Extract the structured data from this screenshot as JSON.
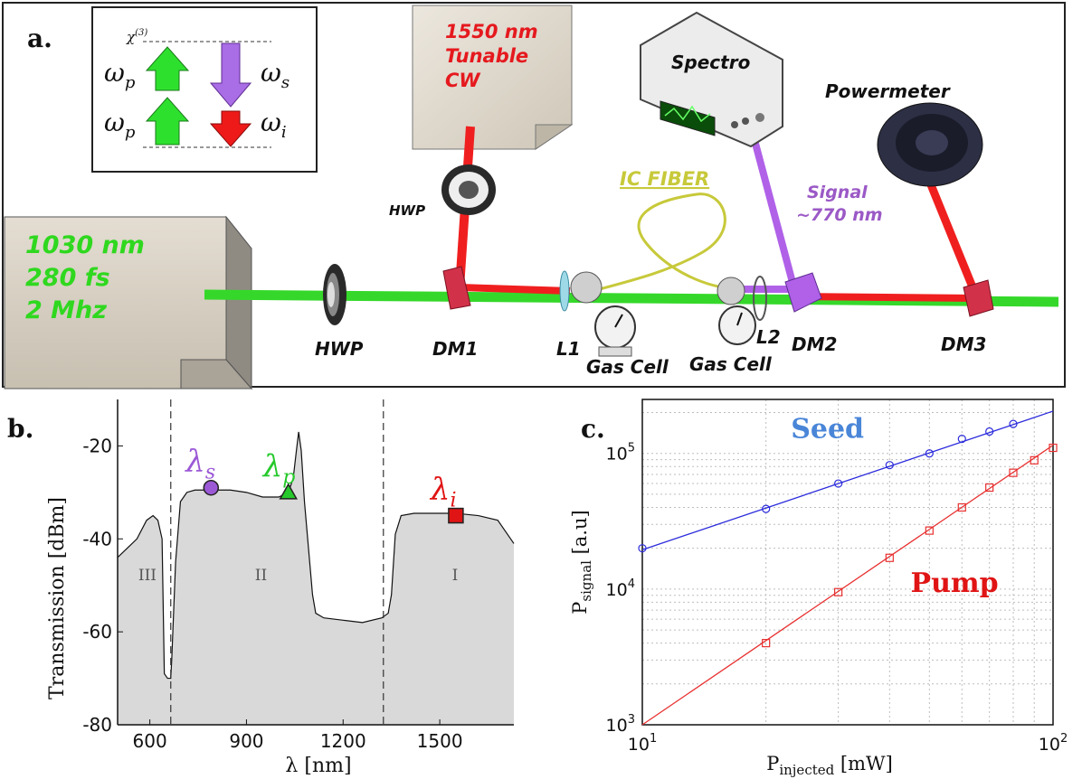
{
  "panel_a": {
    "label": "a.",
    "energy_diagram": {
      "chi": "χ",
      "chi_sup": "(3)",
      "omega_p_1": "ωp",
      "omega_p_2": "ωp",
      "omega_s": "ωs",
      "omega_i": "ωi"
    },
    "pump_laser": {
      "line1": "1030 nm",
      "line2": "280 fs",
      "line3": "2 Mhz"
    },
    "cw_laser": {
      "line1": "1550 nm",
      "line2": "Tunable",
      "line3": "CW"
    },
    "components": {
      "hwp_main": "HWP",
      "hwp_cw": "HWP",
      "dm1": "DM1",
      "l1": "L1",
      "gas_cell_1": "Gas Cell",
      "ic_fiber": "IC FIBER",
      "gas_cell_2": "Gas Cell",
      "l2": "L2",
      "dm2": "DM2",
      "dm3": "DM3",
      "spectro": "Spectro",
      "powermeter": "Powermeter",
      "signal_line1": "Signal",
      "signal_line2": "~770 nm"
    },
    "colors": {
      "pump": "#3ddc2f",
      "cw": "#ff1e1e",
      "signal": "#b061e8",
      "fiber": "#c7c93a"
    }
  },
  "panel_b": {
    "label": "b.",
    "chart_data": {
      "type": "area",
      "xlabel": "λ [nm]",
      "ylabel": "Transmission [dBm]",
      "xlim": [
        500,
        1730
      ],
      "ylim": [
        -80,
        -10
      ],
      "xticks": [
        "600",
        "900",
        "1200",
        "1500"
      ],
      "yticks": [
        "-20",
        "-40",
        "-60",
        "-80"
      ],
      "x": [
        500,
        530,
        560,
        590,
        610,
        625,
        638,
        645,
        655,
        665,
        668,
        680,
        695,
        715,
        740,
        770,
        800,
        850,
        900,
        950,
        1000,
        1030,
        1045,
        1055,
        1062,
        1070,
        1080,
        1090,
        1105,
        1115,
        1140,
        1200,
        1260,
        1320,
        1340,
        1350,
        1362,
        1380,
        1420,
        1480,
        1550,
        1620,
        1680,
        1730
      ],
      "y": [
        -44,
        -42,
        -40,
        -36,
        -35,
        -36,
        -40,
        -69,
        -70,
        -70,
        -66,
        -45,
        -32,
        -30,
        -29.5,
        -29.5,
        -29.5,
        -29.5,
        -30,
        -31,
        -31,
        -30,
        -27,
        -21,
        -17,
        -21,
        -32,
        -40,
        -52,
        -56,
        -57,
        -57.5,
        -58,
        -57,
        -56,
        -52,
        -39,
        -35,
        -34.5,
        -34.5,
        -34.5,
        -35,
        -36,
        -41
      ],
      "vlines": [
        665,
        1325
      ],
      "regions": [
        "III",
        "II",
        "I"
      ],
      "markers": [
        {
          "name": "λs",
          "sym": "λ",
          "sub": "s",
          "x": 790,
          "y": -29,
          "shape": "circle",
          "color": "#9b59d6"
        },
        {
          "name": "λp",
          "sym": "λ",
          "sub": "p",
          "x": 1030,
          "y": -30,
          "shape": "triangle",
          "color": "#26c92b"
        },
        {
          "name": "λi",
          "sym": "λ",
          "sub": "i",
          "x": 1550,
          "y": -35,
          "shape": "square",
          "color": "#e01414"
        }
      ]
    }
  },
  "panel_c": {
    "label": "c.",
    "chart_data": {
      "type": "scatter",
      "xscale": "log",
      "yscale": "log",
      "xlim": [
        10,
        100
      ],
      "ylim": [
        1000,
        250000
      ],
      "xlabel_main": "P",
      "xlabel_sub": "injected",
      "xlabel_unit": "[mW]",
      "ylabel_main": "P",
      "ylabel_sub": "signal",
      "ylabel_unit": "[a.u]",
      "xticks": [
        {
          "base": "10",
          "exp": "1"
        },
        {
          "base": "10",
          "exp": "2"
        }
      ],
      "yticks": [
        {
          "base": "10",
          "exp": "3"
        },
        {
          "base": "10",
          "exp": "4"
        },
        {
          "base": "10",
          "exp": "5"
        }
      ],
      "grid": true,
      "series": [
        {
          "name": "Seed",
          "color": "#2b2bdc",
          "label_color": "#4a86d8",
          "marker": "circle",
          "x": [
            10,
            20,
            30,
            40,
            50,
            60,
            70,
            80
          ],
          "y": [
            20000,
            39000,
            60000,
            82000,
            100000,
            128000,
            145000,
            165000
          ],
          "fit": [
            [
              10,
              19500
            ],
            [
              100,
              205000
            ]
          ]
        },
        {
          "name": "Pump",
          "color": "#e83030",
          "label_color": "#e01414",
          "marker": "square",
          "x": [
            20,
            30,
            40,
            50,
            60,
            70,
            80,
            90,
            100
          ],
          "y": [
            4000,
            9500,
            17000,
            27000,
            40000,
            56000,
            72000,
            89000,
            110000
          ],
          "fit": [
            [
              10,
              1000
            ],
            [
              100,
              115000
            ]
          ]
        }
      ]
    }
  }
}
